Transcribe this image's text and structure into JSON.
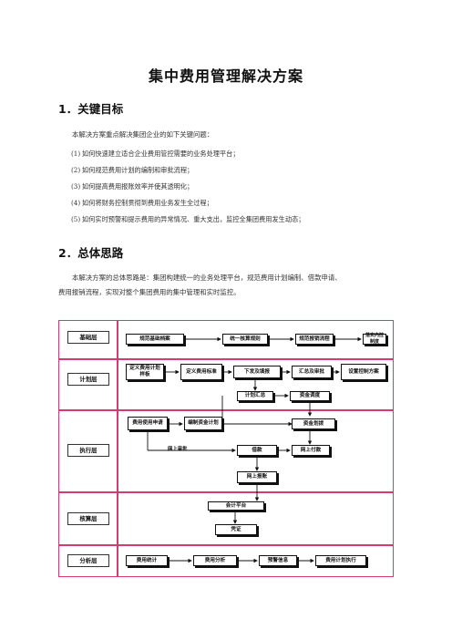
{
  "doc": {
    "title": "集中费用管理解决方案",
    "section1": {
      "heading": "1．关键目标",
      "intro": "本解决方案重点解决集团企业的如下关键问题：",
      "items": [
        {
          "num": "(1)",
          "text": "如何快速建立适合企业费用管控需要的业务处理平台；"
        },
        {
          "num": "(2)",
          "text": "如何规范费用计划的编制和审批流程；"
        },
        {
          "num": "(3)",
          "text": "如何提高费用报账效率并使其透明化；"
        },
        {
          "num": "(4)",
          "text": "如何将财务控制贯彻到费用业务发生全过程；"
        },
        {
          "num": "(5)",
          "text": "如何实时预警和提示费用的异常情况、重大支出，监控全集团费用发生动态；"
        }
      ]
    },
    "section2": {
      "heading": "2．总体思路",
      "para_line1": "本解决方案的总体思路是：集团构建统一的业务处理平台，规范费用计划编制、借款申请、",
      "para_line2": "费用报销流程，实现对整个集团费用的集中管理和实时监控。"
    }
  },
  "diagram": {
    "rows": {
      "basic": "基础层",
      "plan": "计划层",
      "exec": "执行层",
      "acct": "核算层",
      "anal": "分析层"
    },
    "nodes": {
      "basic_1": "规范基础档案",
      "basic_2": "统一核算规则",
      "basic_3": "规范报销流程",
      "basic_4": "落实内控制度",
      "plan_1": "定义费用计划样板",
      "plan_2": "定义费用标准",
      "plan_3": "下发及填报",
      "plan_4": "汇总及审批",
      "plan_5": "设置控制方案",
      "plan_6": "计划汇总",
      "plan_7": "资金调度",
      "exec_1": "费用使用申请",
      "exec_2": "编制资金计划",
      "exec_3": "资金划拨",
      "exec_4": "网上审批",
      "exec_5": "借款",
      "exec_6": "网上付款",
      "exec_7": "网上报账",
      "acct_1": "会计平台",
      "acct_2": "凭证",
      "anal_1": "费用统计",
      "anal_2": "费用分析",
      "anal_3": "预警信息",
      "anal_4": "费用计划执行"
    },
    "colors": {
      "row_border": "#d43b6e",
      "node_border": "#111111"
    }
  }
}
